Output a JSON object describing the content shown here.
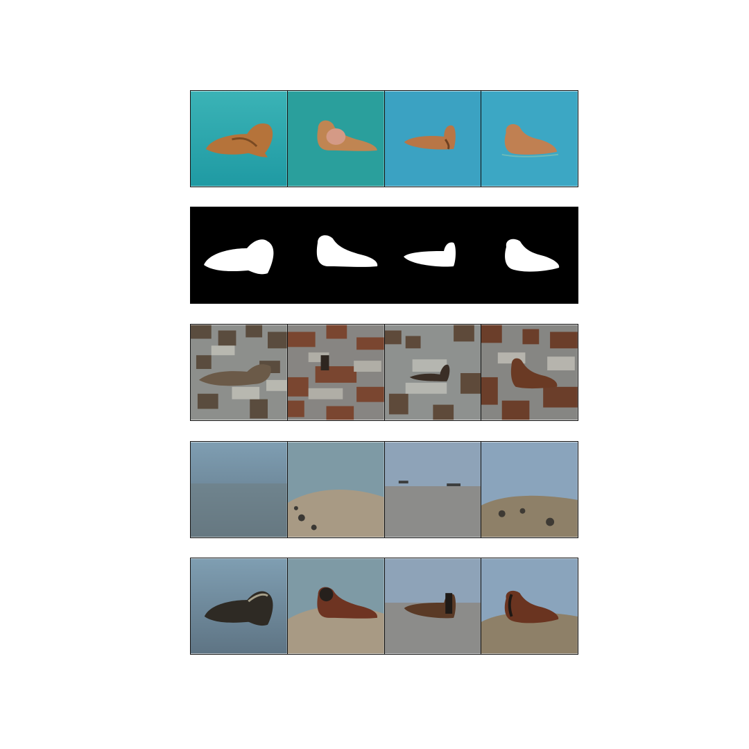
{
  "figure": {
    "rows": [
      {
        "key": "generated_foreground",
        "cells": 4
      },
      {
        "key": "mask",
        "cells": 4
      },
      {
        "key": "texture_background",
        "cells": 4
      },
      {
        "key": "background",
        "cells": 4
      },
      {
        "key": "composite",
        "cells": 4
      }
    ],
    "colors": {
      "teal_water": "#2fa9b0",
      "seal_brown": "#b9773a",
      "mask_white": "#ffffff",
      "mask_black": "#000000",
      "rock_gray": "#8d8f8c",
      "rock_brown": "#6b4a30",
      "sea_blue": "#7d97ab",
      "sand": "#a89a82"
    }
  }
}
